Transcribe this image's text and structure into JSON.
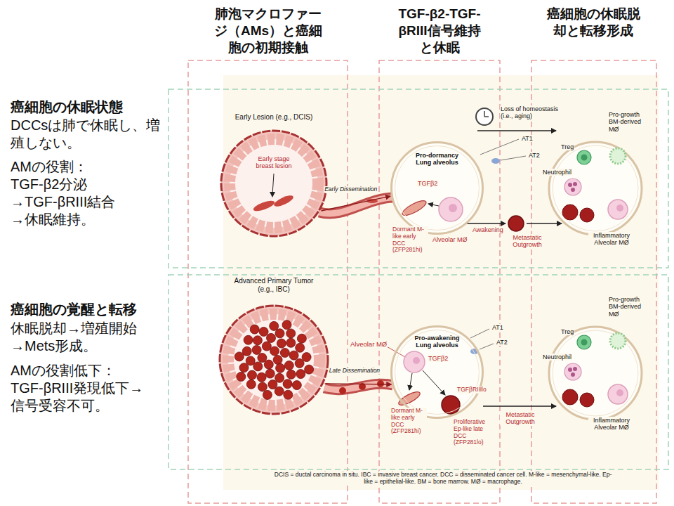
{
  "diagram": {
    "caption": "DCIS = ductal carcinoma in situ. IBC = invasive breast cancer. DCC = disseminated cancer cell. M-like = mesenchymal-like. Ep-like = epithelial-like. BM = bone marrow. MØ = macrophage.",
    "nodes": [
      {
        "text": [
          "Early Lesion (e.g., DCIS)",
          "Early stage breast lesion"
        ]
      },
      {
        "text": [
          "Pro-dormancy Lung alveolus"
        ]
      },
      {
        "text": [
          "Advanced Primary Tumor (e.g., IBC)"
        ]
      },
      {
        "text": [
          "Pro-awakening Lung alveolus"
        ]
      }
    ],
    "edges": [
      {
        "from": 0,
        "to": 1,
        "arrow": "to",
        "label": "Early Dissemination"
      },
      {
        "from": 2,
        "to": 3,
        "arrow": "to",
        "label": "Late Dissemination"
      }
    ],
    "labels": [
      "肺泡マクロファージ（AMs）と癌細胞の初期接触",
      "TGF-β2-TGF-βRIII信号維持と休眠",
      "癌細胞の休眠脱却と転移形成",
      "癌細胞の休眠状態",
      "DCCsは肺で休眠し、増殖しない。",
      "AMの役割：",
      "TGF-β2分泌→TGF-βRIII結合→休眠維持。",
      "癌細胞の覚醒と転移",
      "休眠脱却→増殖開始→Mets形成。",
      "AMの役割低下：",
      "TGF-βRIII発現低下→信号受容不可。",
      "Loss of homeostasis (i.e., aging)",
      "AT1",
      "AT2",
      "TGFβ2",
      "Dormant M-like early DCC (ZFP281hi)",
      "Alveolar MØ",
      "Awakening",
      "Metastatic Outgrowth",
      "Pro-growth BM-derived MØ",
      "Treg",
      "Neutrophil",
      "Inflammatory Alveolar MØ",
      "Alveolar MØ",
      "TGFβ2",
      "AT1",
      "AT2",
      "TGFβRIIIlo",
      "Dormant M-like early DCC (ZFP281hi)",
      "Proliferative Ep-like late DCC (ZFP281lo)",
      "Metastatic Outgrowth",
      "Pro-growth BM-derived MØ",
      "Treg",
      "Neutrophil",
      "Inflammatory Alveolar MØ"
    ]
  }
}
